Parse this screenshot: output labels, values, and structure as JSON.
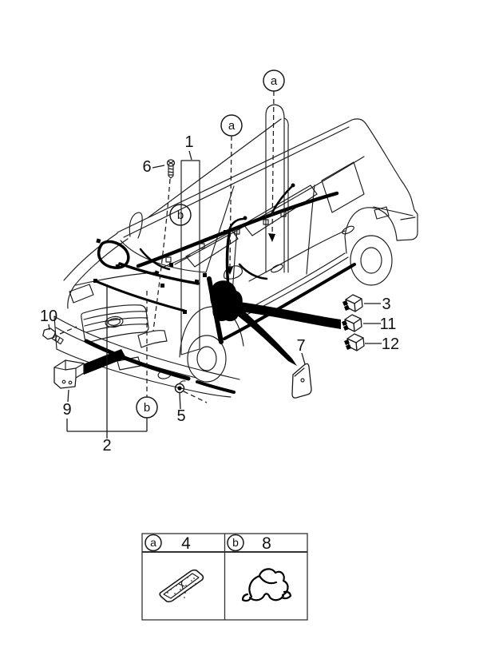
{
  "diagram": {
    "description": "Vehicle wiring harness location diagram, minivan 3/4 front-left view",
    "background": "#ffffff",
    "line_color": "#000000"
  },
  "callouts": {
    "part_1": "1",
    "part_2": "2",
    "part_3": "3",
    "part_5": "5",
    "part_6": "6",
    "part_7": "7",
    "part_9": "9",
    "part_10": "10",
    "part_11": "11",
    "part_12": "12",
    "clip_a": "a",
    "clip_b": "b"
  },
  "legend": {
    "columns": [
      {
        "symbol": "a",
        "ref": "4",
        "icon": "pad-icon"
      },
      {
        "symbol": "b",
        "ref": "8",
        "icon": "clamp-icon"
      }
    ]
  }
}
